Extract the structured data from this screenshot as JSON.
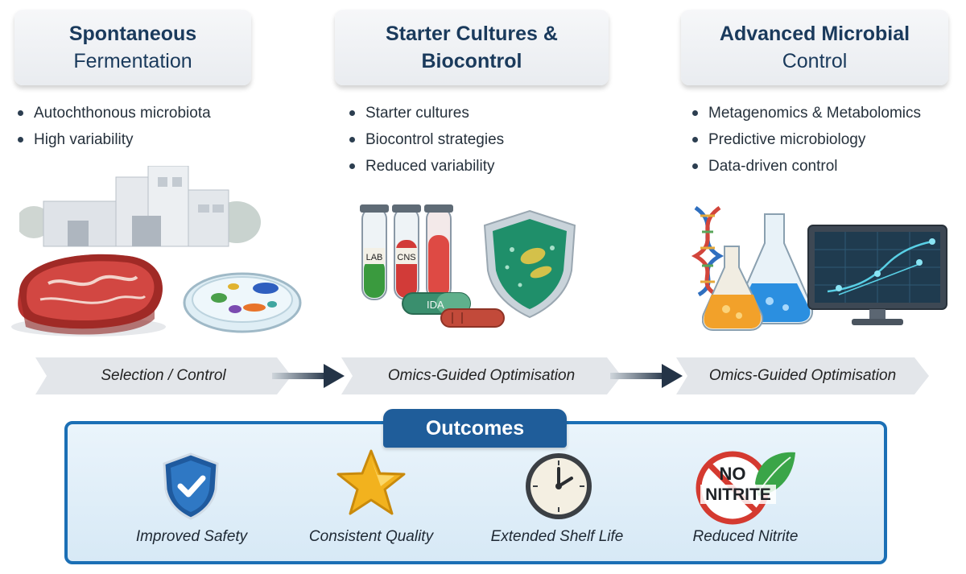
{
  "stages": [
    {
      "title_line1": "Spontaneous",
      "title_line2": "Fermentation",
      "bullets": [
        "Autochthonous microbiota",
        "High variability"
      ]
    },
    {
      "title_line1": "Starter Cultures &",
      "title_line2": "Biocontrol",
      "bullets": [
        "Starter cultures",
        "Biocontrol strategies",
        "Reduced variability"
      ]
    },
    {
      "title_line1": "Advanced Microbial",
      "title_line2": "Control",
      "bullets": [
        "Metagenomics & Metabolomics",
        "Predictive microbiology",
        "Data-driven control"
      ]
    }
  ],
  "tube_labels": {
    "tube1": "LAB",
    "tube2": "CNS"
  },
  "capsule_label": "IDA",
  "transitions": [
    "Selection / Control",
    "Omics-Guided Optimisation",
    "Omics-Guided Optimisation"
  ],
  "outcomes": {
    "title": "Outcomes",
    "items": [
      {
        "label": "Improved Safety",
        "icon": "shield-check-icon"
      },
      {
        "label": "Consistent Quality",
        "icon": "star-icon"
      },
      {
        "label": "Extended Shelf Life",
        "icon": "clock-icon"
      },
      {
        "label": "Reduced Nitrite",
        "icon": "no-nitrite-icon"
      }
    ],
    "no_nitrite_text1": "NO",
    "no_nitrite_text2": "NITRITE"
  },
  "colors": {
    "header_text": "#1a3a5c",
    "outcome_border": "#1b6fb5",
    "outcome_title_bg": "#1f5d9a",
    "arrow": "#243447"
  }
}
